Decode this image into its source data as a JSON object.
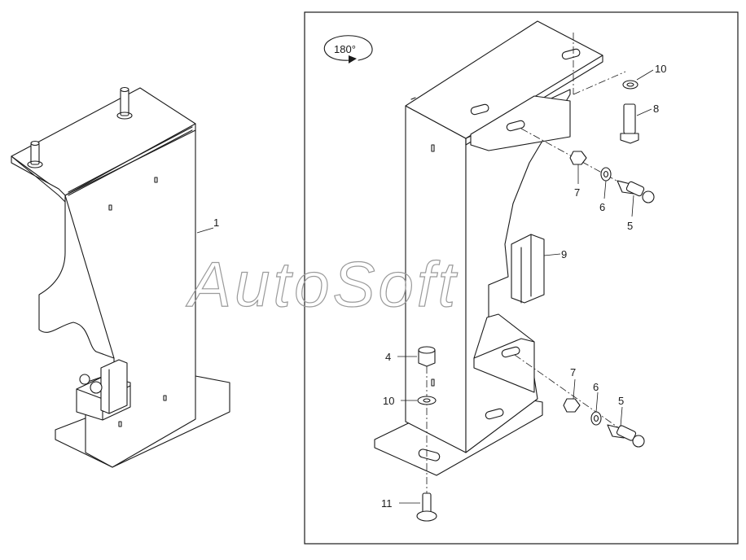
{
  "rotation_badge": {
    "text": "180°"
  },
  "watermark": {
    "text": "AutoSoft"
  },
  "callouts": {
    "left_bracket": "1",
    "nut": "4",
    "bolt_upper": "5",
    "bolt_lower": "5",
    "washer_upper": "6",
    "washer_lower": "6",
    "spacer_upper": "7",
    "spacer_lower": "7",
    "bolt_top": "8",
    "clip": "9",
    "washer_top": "10",
    "washer_left": "10",
    "bolt_bottom": "11"
  }
}
